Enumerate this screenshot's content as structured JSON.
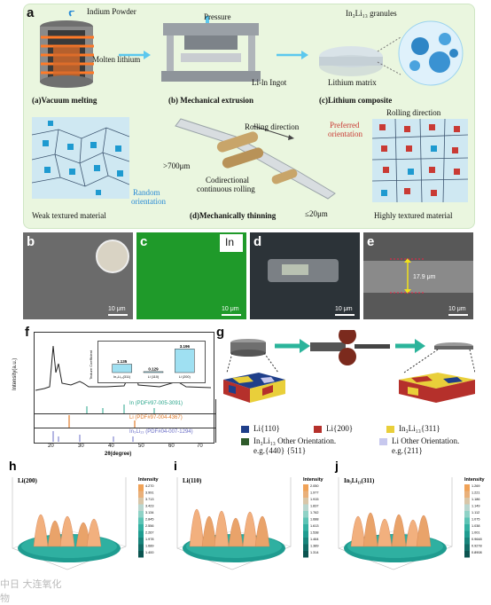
{
  "panel_a": {
    "letter": "a",
    "indium_powder": "Indium Powder",
    "molten_lithium": "Molten lithium",
    "pressure": "Pressure",
    "li_in_ingot": "Li-ln Ingot",
    "granules": "In₃Li₁₃ granules",
    "lithium_matrix": "Lithium matrix",
    "step_a": "(a)Vacuum melting",
    "step_b": "(b) Mechanical extrusion",
    "step_c": "(c)Lithium composite",
    "rolling_direction_1": "Rolling direction",
    "thickness_in": ">700μm",
    "codirectional_1": "Codirectional",
    "codirectional_2": "continuous rolling",
    "thickness_out": "≤20μm",
    "random_1": "Random",
    "random_2": "orientation",
    "preferred_1": "Preferred",
    "preferred_2": "orientation",
    "rolling_direction_2": "Rolling direction",
    "weak_textured": "Weak textured material",
    "step_d": "(d)Mechanically thinning",
    "highly_textured": "Highly textured material"
  },
  "panel_b": {
    "letter": "b",
    "scale": "10 μm"
  },
  "panel_c": {
    "letter": "c",
    "element": "In",
    "scale": "10 μm"
  },
  "panel_d": {
    "letter": "d",
    "scale": "10 μm"
  },
  "panel_e": {
    "letter": "e",
    "scale": "10 μm",
    "thickness": "17.9 μm"
  },
  "panel_f": {
    "letter": "f",
    "ylabel": "Intensity(a.u.)",
    "xlabel": "2θ(degree)",
    "xticks": [
      "20",
      "30",
      "40",
      "50",
      "60",
      "70"
    ],
    "ref_in": "In  (PDF#97-005-3091)",
    "ref_li": "Li  (PDF#97-004-4367)",
    "ref_inli": "In₃Li₁₃  (PDF#04-007-1294)",
    "inset_ylabel": "Texture Coefficient",
    "colors": {
      "in": "#2aa58b",
      "li": "#e07a2a",
      "inli": "#6b6fc7",
      "bar": "#9fe0f2"
    }
  },
  "chart_data": {
    "type": "bar",
    "categories": [
      "In₃Li₁₃(311)",
      "Li (110)",
      "Li (200)"
    ],
    "values": [
      1.135,
      0.129,
      3.196
    ],
    "ylabel": "Texture Coefficient",
    "ylim": [
      0,
      3.6
    ]
  },
  "panel_g": {
    "letter": "g",
    "legend": [
      {
        "label": "Li{110}",
        "color": "#1f3f8a"
      },
      {
        "label": "Li{200}",
        "color": "#b5302b"
      },
      {
        "label": "In₃Li₁₃{311}",
        "color": "#e9cf3a"
      },
      {
        "label": "In₃Li₁₃ Other Orientation.",
        "sub": "e.g.{440} {511}",
        "color": "#2e5a2a"
      },
      {
        "label": "Li Other Orientation.",
        "sub": "e.g.{211}",
        "color": "#c7c8ee"
      }
    ]
  },
  "panel_h": {
    "letter": "h",
    "title": "Li(200)",
    "legend_title": "Intensity",
    "ticks": [
      "4.270",
      "3.991",
      "3.713",
      "3.423",
      "3.134",
      "2.845",
      "2.556",
      "2.267",
      "1.978",
      "1.689",
      "1.400"
    ]
  },
  "panel_i": {
    "letter": "i",
    "title": "Li(110)",
    "legend_title": "Intensity",
    "ticks": [
      "2.050",
      "1.977",
      "1.915",
      "1.837",
      "1.762",
      "1.688",
      "1.613",
      "1.538",
      "1.464",
      "1.389",
      "1.314"
    ]
  },
  "panel_j": {
    "letter": "j",
    "title": "In₃Li₁₃(311)",
    "legend_title": "Intensity",
    "ticks": [
      "1.269",
      "1.221",
      "1.186",
      "1.149",
      "1.112",
      "1.075",
      "1.038",
      "1.001",
      "0.9648",
      "0.9278",
      "0.8908"
    ]
  },
  "watermark": "中日 大连氧化物"
}
